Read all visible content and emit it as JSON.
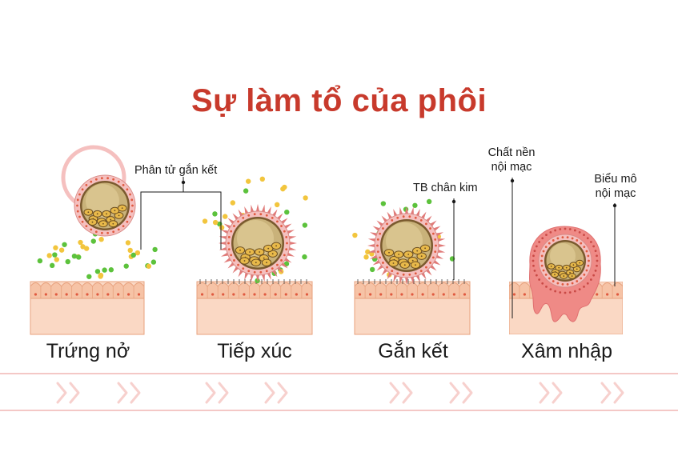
{
  "title": "Sự làm tổ của phôi",
  "stages": [
    {
      "label": "Trứng nở"
    },
    {
      "label": "Tiếp xúc"
    },
    {
      "label": "Gắn kết"
    },
    {
      "label": "Xâm nhập"
    }
  ],
  "annotations": {
    "adhesion_molecule": "Phân tử gắn kết",
    "trophoblast": "TB chân kim",
    "endometrial_stroma_line1": "Chất nền",
    "endometrial_stroma_line2": "nội mạc",
    "endometrial_epithelium_line1": "Biểu mô",
    "endometrial_epithelium_line2": "nội mạc"
  },
  "colors": {
    "title": "#c83a2c",
    "tissue": "#fad8c4",
    "tissue_border": "#e8a27e",
    "cell_dot": "#e05a40",
    "blastocyst_outer": "#f5c0bf",
    "inner_mass": "#c9b27a",
    "dot_green": "#5cc23c",
    "dot_yellow": "#f2c53d",
    "invasion": "#ef8a86"
  }
}
